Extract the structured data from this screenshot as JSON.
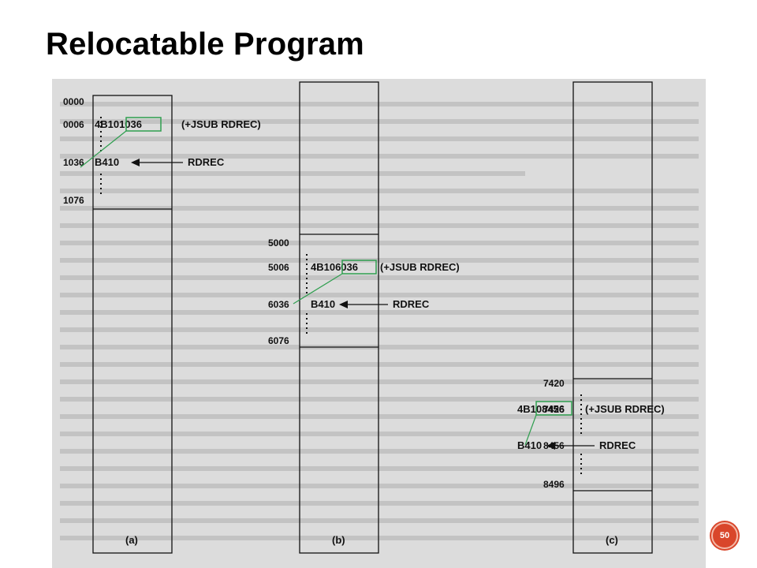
{
  "slide": {
    "title": "Relocatable Program",
    "page_number": "50"
  },
  "figure": {
    "colors": {
      "background": "#dcdcdc",
      "ink": "#111111",
      "highlight": "#2f9e4f"
    },
    "panels": [
      {
        "caption": "(a)",
        "addresses": [
          "0000",
          "0006",
          "1036",
          "1076"
        ],
        "instruction": "4B101036",
        "comment": "(+JSUB   RDREC)",
        "target_code": "B410",
        "target_label": "RDREC"
      },
      {
        "caption": "(b)",
        "addresses": [
          "5000",
          "5006",
          "6036",
          "6076"
        ],
        "instruction": "4B106036",
        "comment": "(+JSUB   RDREC)",
        "target_code": "B410",
        "target_label": "RDREC"
      },
      {
        "caption": "(c)",
        "addresses": [
          "7420",
          "7426",
          "8456",
          "8496"
        ],
        "instruction": "4B108456",
        "comment": "(+JSUB   RDREC)",
        "target_code": "B410",
        "target_label": "RDREC"
      }
    ]
  }
}
